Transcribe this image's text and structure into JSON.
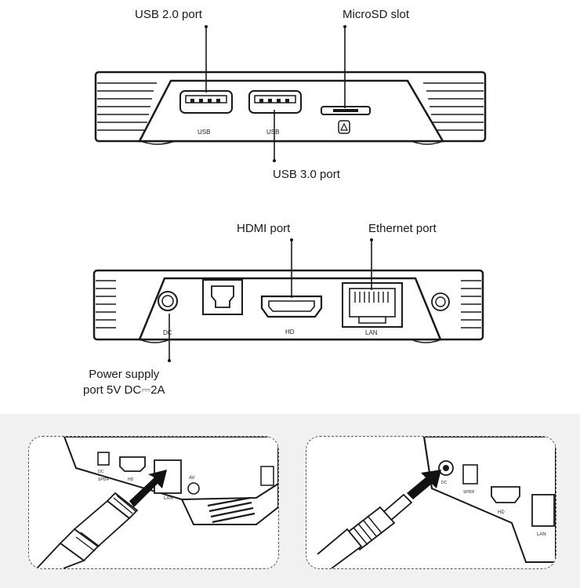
{
  "labels": {
    "usb2": "USB 2.0 port",
    "microsd": "MicroSD slot",
    "usb3": "USB 3.0 port",
    "hdmi": "HDMI port",
    "ethernet": "Ethernet port",
    "power_line1": "Power supply",
    "power_line2": "port 5V DC⎓⁠2A"
  },
  "port_marks": {
    "usb_left": "USB",
    "usb_right": "USB",
    "dc": "DC",
    "hd": "HD",
    "lan": "LAN",
    "photo_dc": "DC",
    "photo_spdif": "SPDIF",
    "photo_hd": "HD",
    "photo_lan": "LAN",
    "photo_av": "AV"
  },
  "colors": {
    "stroke": "#1a1a1a",
    "band": "#f1f1f1",
    "arrow": "#111111"
  }
}
